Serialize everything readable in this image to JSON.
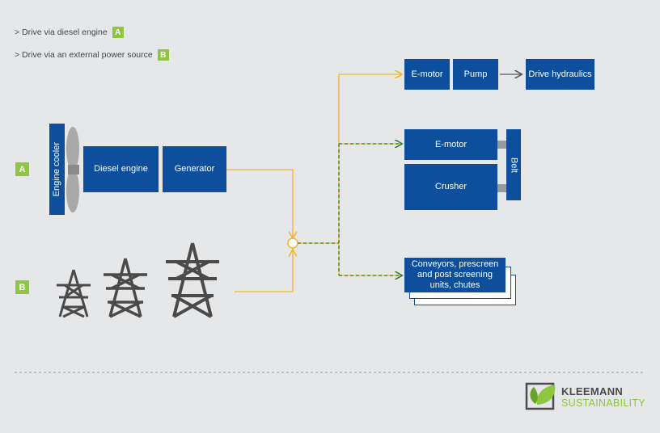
{
  "legend": {
    "line_a": "> Drive via diesel engine",
    "badge_a": "A",
    "line_b": "> Drive via an external power source",
    "badge_b": "B"
  },
  "rows": {
    "a": "A",
    "b": "B"
  },
  "boxes": {
    "engine_cooler": "Engine cooler",
    "diesel_engine": "Diesel engine",
    "generator": "Generator",
    "emotor_top": "E-motor",
    "pump": "Pump",
    "drive_hydraulics": "Drive hydraulics",
    "emotor_mid": "E-motor",
    "crusher": "Crusher",
    "belt": "Belt",
    "conveyors": "Conveyors, prescreen and post screening units, chutes"
  },
  "brand": {
    "name": "KLEEMANN",
    "tagline": "SUSTAINABILITY"
  },
  "colors": {
    "box": "#0d4f9c",
    "accent_green": "#8dc63f",
    "line_yellow": "#f2b529",
    "line_green": "#2e7d32",
    "pylon": "#4a4a4a"
  }
}
